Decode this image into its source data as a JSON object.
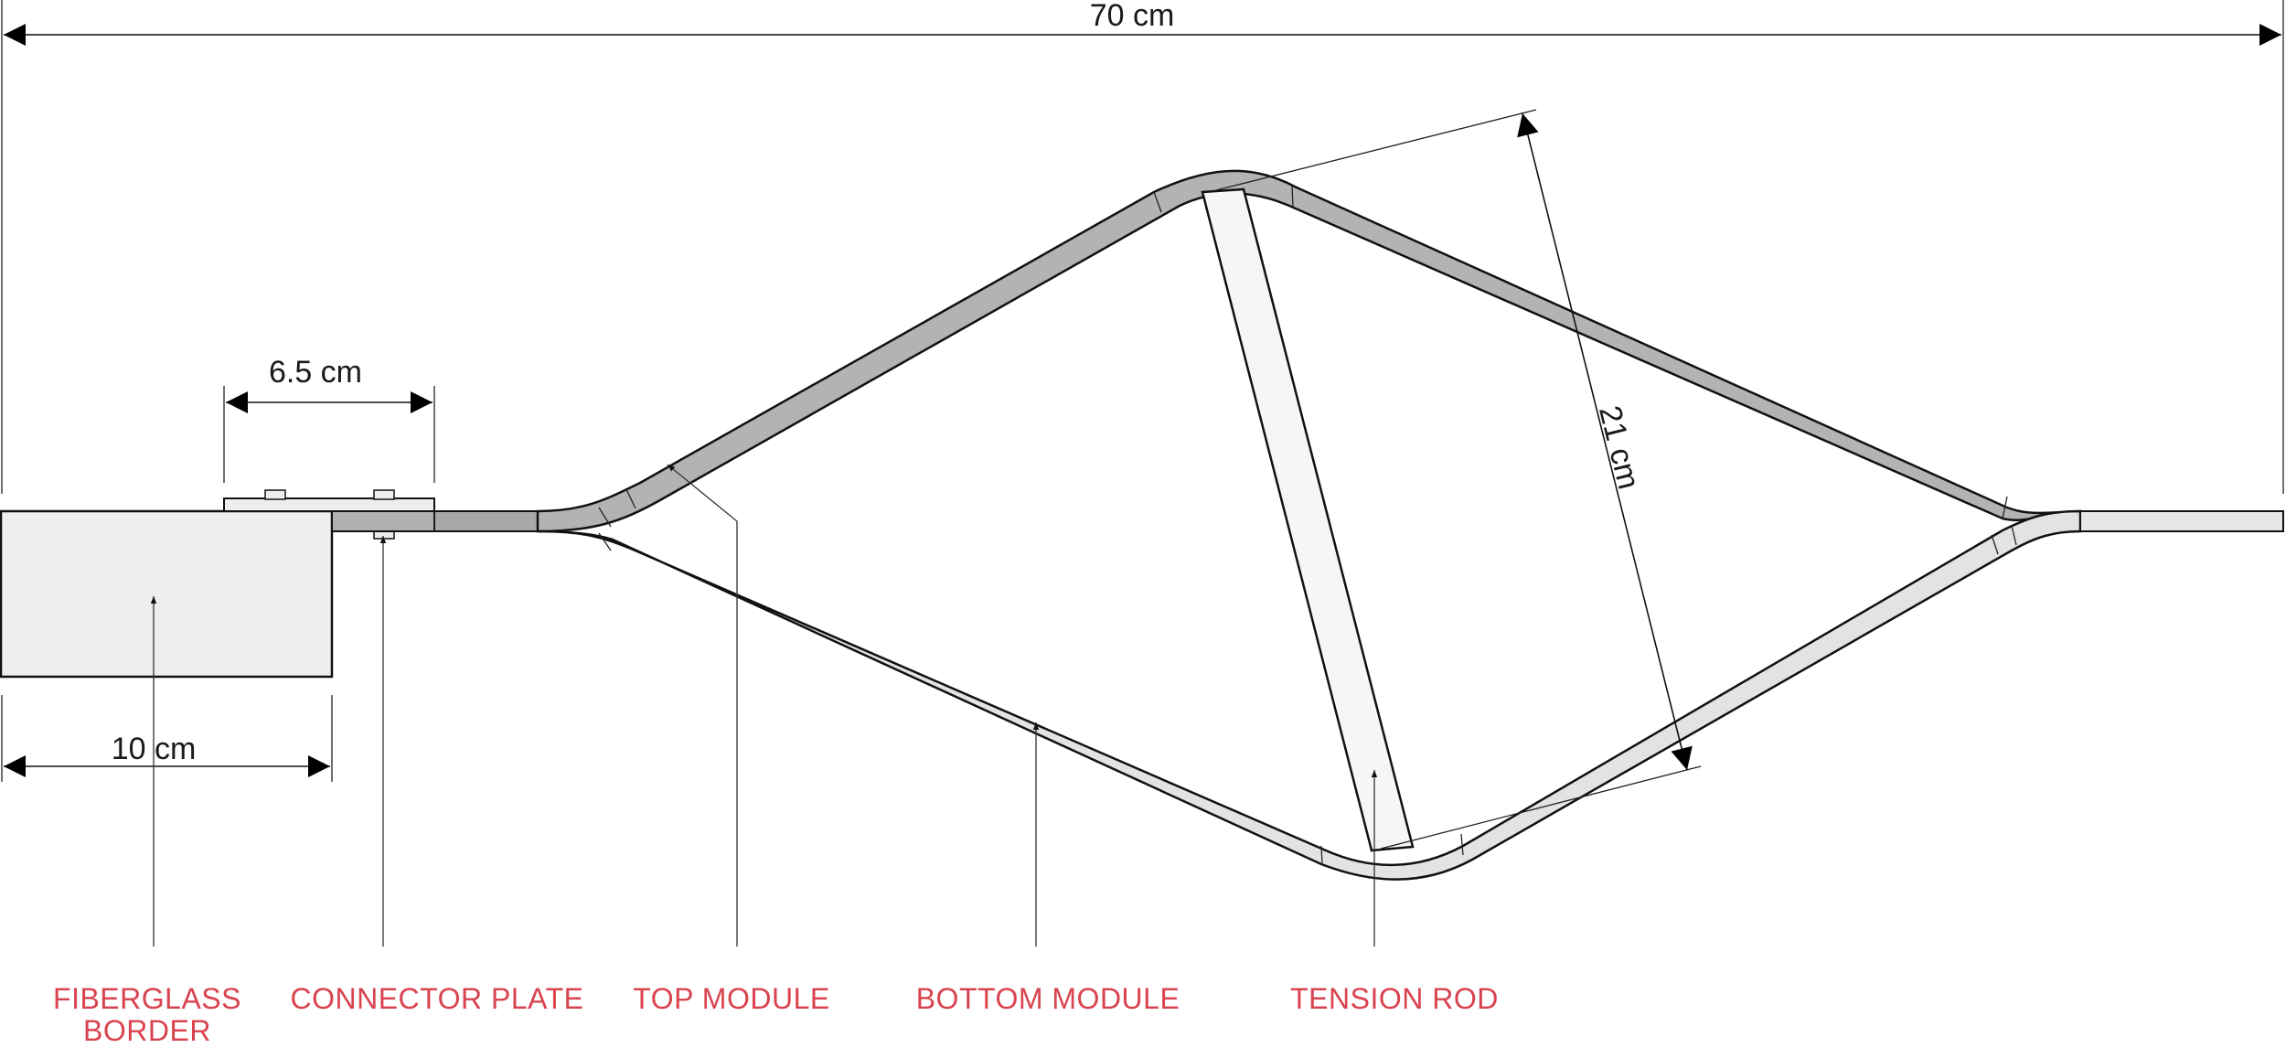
{
  "dimensions": {
    "total_length": "70 cm",
    "connector_length": "6.5 cm",
    "border_length": "10 cm",
    "module_height": "21 cm"
  },
  "labels": {
    "fiberglass_border_line1": "FIBERGLASS",
    "fiberglass_border_line2": "BORDER",
    "connector_plate": "CONNECTOR PLATE",
    "top_module": "TOP MODULE",
    "bottom_module": "BOTTOM MODULE",
    "tension_rod": "TENSION ROD"
  },
  "colors": {
    "label": "#d9434f",
    "top_module_fill": "#b3b3b3",
    "bottom_module_fill": "#e3e3e3",
    "border_fill": "#efeeee",
    "rod_fill": "#f6f6f6"
  }
}
